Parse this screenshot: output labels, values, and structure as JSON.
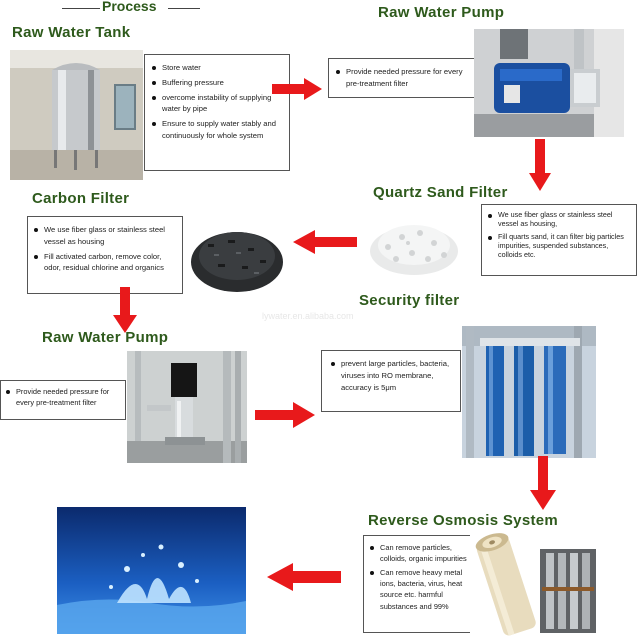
{
  "header": {
    "title": "Process",
    "line_color": "#c62828"
  },
  "accent": {
    "title_color": "#2e5a1c",
    "arrow_color": "#e8191b"
  },
  "steps": {
    "raw_tank": {
      "title": "Raw Water Tank",
      "bullets": [
        "Store water",
        "Buffering pressure",
        "overcome instability of supplying water by pipe",
        "Ensure to supply water stably and continuously for whole system"
      ]
    },
    "raw_pump_top": {
      "title": "Raw Water Pump",
      "bullets": [
        "Provide needed pressure for every pre-treatment filter"
      ]
    },
    "quartz": {
      "title": "Quartz Sand Filter",
      "bullets": [
        "We use fiber glass or stainless steel vessel as housing,",
        "Fill quarts sand, it can filter big particles impurities, suspended substances, colloids etc."
      ]
    },
    "carbon": {
      "title": "Carbon Filter",
      "bullets": [
        "We use fiber glass or stainless steel vessel as housing",
        "Fill activated carbon, remove color, odor, residual chlorine and organics"
      ]
    },
    "security": {
      "title": "Security filter",
      "bullets": [
        "prevent large particles, bacteria, viruses into RO membrane, accuracy is 5μm"
      ]
    },
    "raw_pump_mid": {
      "title": "Raw Water Pump",
      "bullets": [
        "Provide needed pressure for every pre-treatment filter"
      ]
    },
    "ro": {
      "title": "Reverse Osmosis System",
      "bullets": [
        "Can remove particles, colloids, organic impurities",
        "Can remove heavy metal ions, bacteria, virus, heat source etc. harmful substances and 99%"
      ]
    }
  },
  "watermark": "lywater.en.alibaba.com"
}
